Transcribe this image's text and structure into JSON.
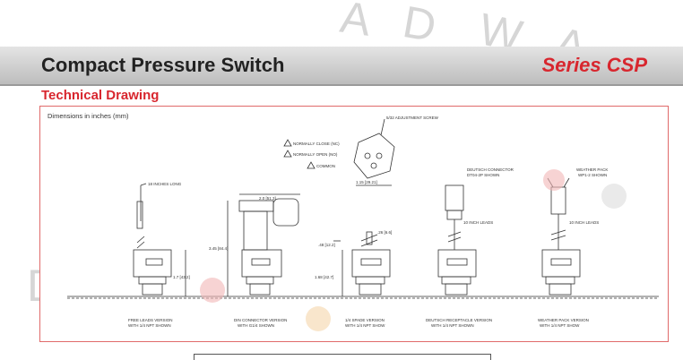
{
  "header": {
    "title": "Compact Pressure Switch",
    "series": "Series CSP"
  },
  "section": {
    "title": "Technical Drawing"
  },
  "drawing": {
    "dimension_note": "Dimensions in inches (mm)",
    "top_view": {
      "adjustment": "5/32 ADJUSTMENT SCREW",
      "nc": "NORMALLY CLOSE (NC)",
      "no": "NORMALLY OPEN (NO)",
      "common": "COMMON",
      "width_dim": "1.15 [29.21]"
    },
    "views": [
      {
        "caption1": "FREE LEADS VERSION",
        "caption2": "WITH 1/4 NPT SHOWN",
        "top_label": "18 INCHES LONG",
        "height_dim": "1.7 [43.2]"
      },
      {
        "caption1": "DIN CONNECTOR VERSION",
        "caption2": "WITH G1/4 SHOWN",
        "top_label": "2.0 [51.3]",
        "height_dim": "3.45 [84.4]"
      },
      {
        "caption1": "1/4 SPADE VERSION",
        "caption2": "WITH 1/4 NPT SHOW",
        "top_label": ".26 [6.6]",
        "height_dim": ".48 [12.2]",
        "height_dim2": "1.68 [42.7]"
      },
      {
        "caption1": "DEUTSCH RECEPTACLE VERSION",
        "caption2": "WITH 1/4 NPT SHOWN",
        "top_label": "DEUTSCH CONNECTOR",
        "top_label2": "DT04-2P SHOWN",
        "side_label": "10 INCH LEADS"
      },
      {
        "caption1": "WEATHER PACK VERSION",
        "caption2": "WITH 1/4 NPT SHOW",
        "top_label": "WEATHER PACK",
        "top_label2": "WP1-2 SHOWN",
        "side_label": "10 INCH LEADS"
      }
    ]
  },
  "watermark": {
    "text": "RADWARD"
  }
}
